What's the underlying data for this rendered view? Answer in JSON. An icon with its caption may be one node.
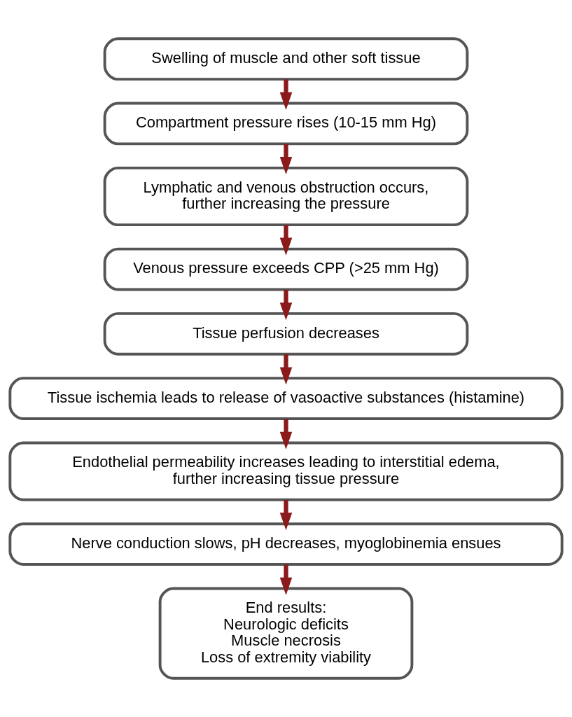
{
  "diagram": {
    "nodes": [
      {
        "text": [
          "Swelling of muscle and other soft tissue"
        ]
      },
      {
        "text": [
          "Compartment pressure rises (10-15 mm Hg)"
        ]
      },
      {
        "text": [
          "Lymphatic and venous obstruction occurs, further increasing the pressure"
        ]
      },
      {
        "text": [
          "Venous pressure exceeds CPP (>25 mm Hg)"
        ]
      },
      {
        "text": [
          "Tissue perfusion decreases"
        ]
      },
      {
        "text": [
          "Tissue ischemia leads to release of vasoactive substances (histamine)"
        ]
      },
      {
        "text": [
          "Endothelial permeability increases leading to interstitial edema, further increasing tissue pressure"
        ]
      },
      {
        "text": [
          "Nerve conduction slows, pH decreases, myoglobinemia ensues"
        ]
      },
      {
        "text": [
          "End results:",
          "Neurologic deficits",
          "Muscle necrosis",
          "Loss of extremity viability"
        ]
      }
    ],
    "edges": [
      {
        "from": 0,
        "to": 1,
        "arrow": "to"
      },
      {
        "from": 1,
        "to": 2,
        "arrow": "to"
      },
      {
        "from": 2,
        "to": 3,
        "arrow": "to"
      },
      {
        "from": 3,
        "to": 4,
        "arrow": "to"
      },
      {
        "from": 4,
        "to": 5,
        "arrow": "to"
      },
      {
        "from": 5,
        "to": 6,
        "arrow": "to"
      },
      {
        "from": 6,
        "to": 7,
        "arrow": "to"
      },
      {
        "from": 7,
        "to": 8,
        "arrow": "to"
      }
    ]
  }
}
